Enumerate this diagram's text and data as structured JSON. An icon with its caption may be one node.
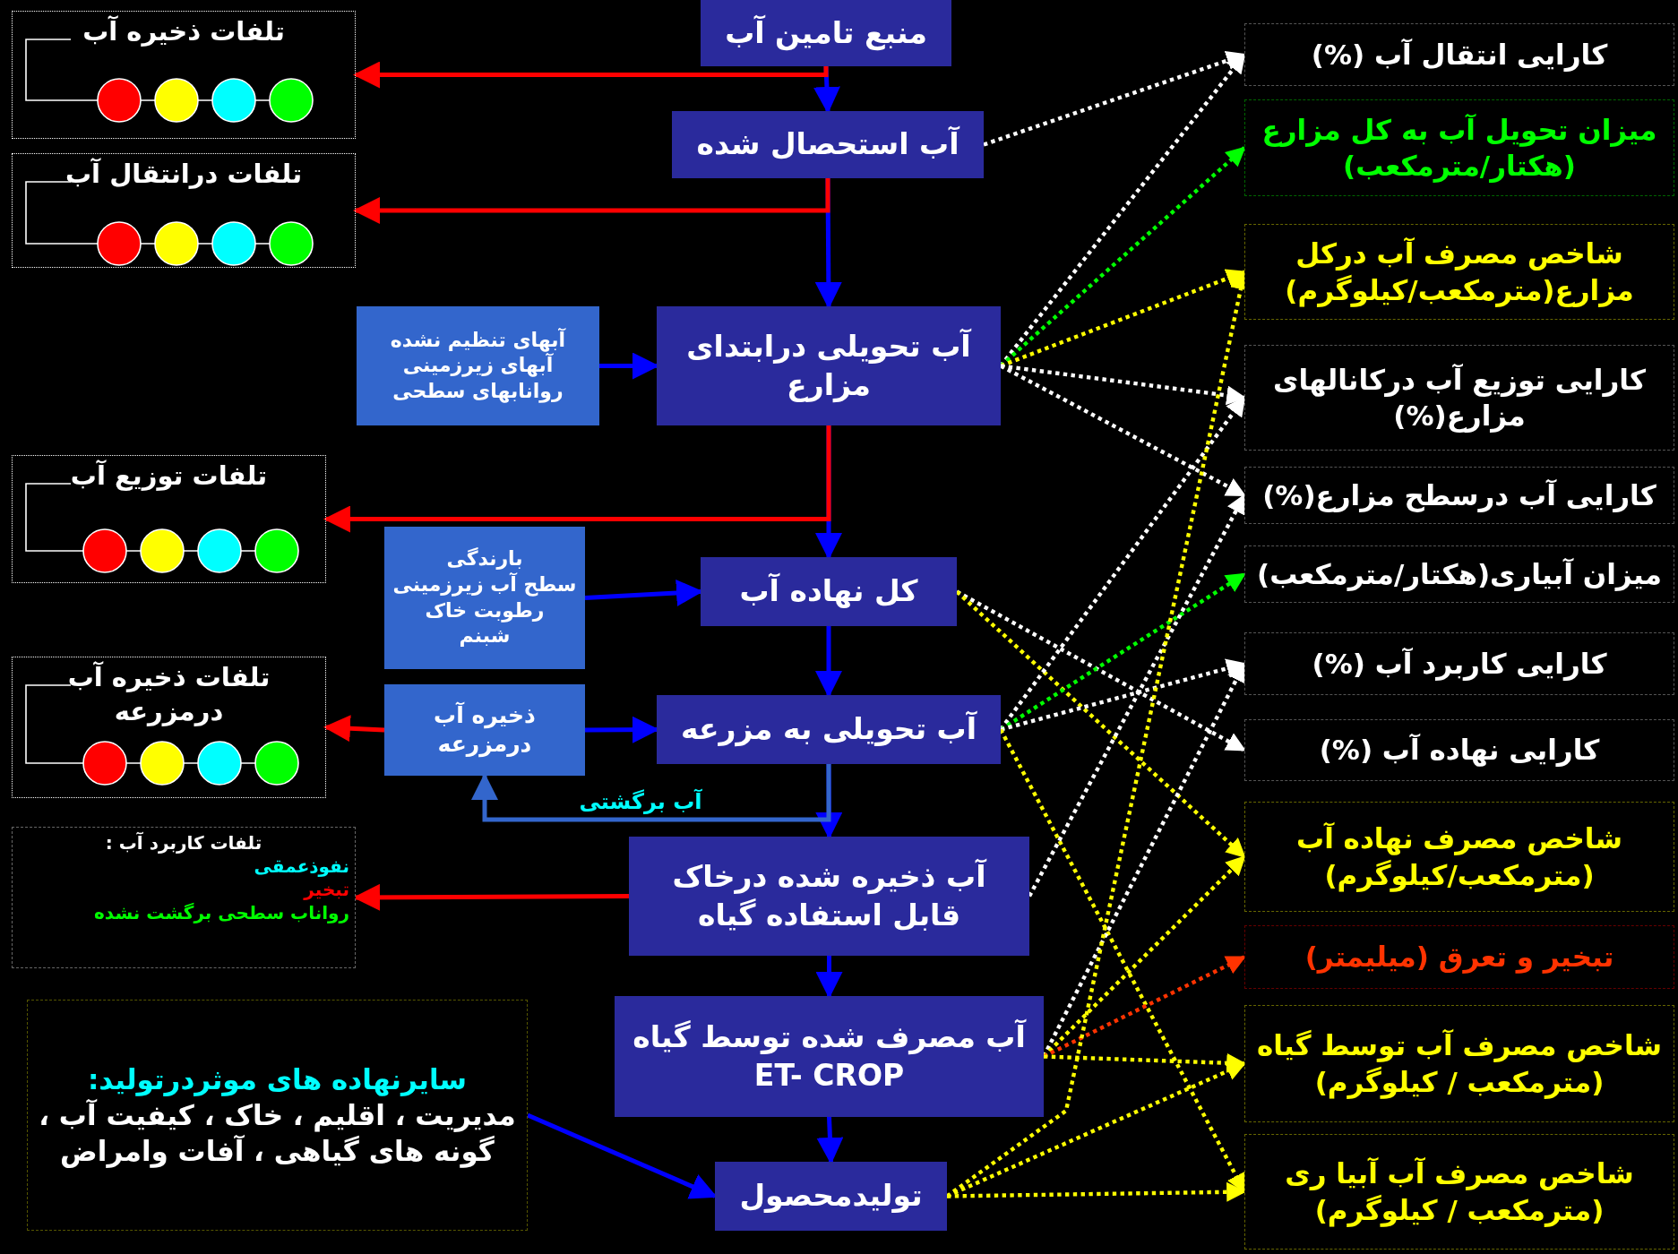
{
  "diagram": {
    "nodes": [
      {
        "text": [
          "منبع تامین آب"
        ]
      },
      {
        "text": [
          "آب استحصال شده"
        ]
      },
      {
        "text": [
          "آب تحویلی درابتدای مزارع"
        ]
      },
      {
        "text": [
          "کل نهاده آب"
        ]
      },
      {
        "text": [
          "آب تحویلی به مزرعه"
        ]
      },
      {
        "text": [
          "آب ذخیره شده درخاک قابل استفاده گیاه"
        ]
      },
      {
        "text": [
          "آب مصرف شده توسط گیاه",
          "ET- CROP"
        ]
      },
      {
        "text": [
          "تولیدمحصول"
        ]
      },
      {
        "text": [
          "تلفات ذخیره آب"
        ]
      },
      {
        "text": [
          "تلفات درانتقال آب"
        ]
      },
      {
        "text": [
          "تلفات توزیع آب"
        ]
      },
      {
        "text": [
          "تلفات ذخیره آب درمزرعه"
        ]
      },
      {
        "text": [
          "تلفات کاربرد آب :",
          "نفوذعمقی",
          "تبخیر",
          "رواناب سطحی برگشت نشده"
        ]
      },
      {
        "text": [
          "آبهای تنظیم نشده",
          "آبهای زیرزمینی",
          "روانابهای سطحی"
        ]
      },
      {
        "text": [
          "بارندگی",
          "سطح آب زیرزمینی",
          "رطوبت خاک",
          "شبنم"
        ]
      },
      {
        "text": [
          "ذخیره آب درمزرعه"
        ]
      },
      {
        "text": [
          "سایرنهاده های موثردرتولید:",
          "مدیریت ، اقلیم ، خاک ، کیفیت آب ، گونه های گیاهی ، آفات وامراض"
        ]
      },
      {
        "text": [
          "کارایی انتقال آب (%)"
        ]
      },
      {
        "text": [
          "میزان تحویل آب به کل مزارع (هکتار/مترمکعب)"
        ]
      },
      {
        "text": [
          "شاخص مصرف آب درکل مزارع(مترمکعب/کیلوگرم)"
        ]
      },
      {
        "text": [
          "کارایی توزیع آب درکانالهای مزارع(%)"
        ]
      },
      {
        "text": [
          "کارایی آب درسطح مزارع(%)"
        ]
      },
      {
        "text": [
          "میزان آبیاری(هکتار/مترمکعب)"
        ]
      },
      {
        "text": [
          "کارایی کاربرد آب (%)"
        ]
      },
      {
        "text": [
          "کارایی نهاده آب (%)"
        ]
      },
      {
        "text": [
          "شاخص مصرف نهاده آب (مترمکعب/کیلوگرم)"
        ]
      },
      {
        "text": [
          "تبخیر و تعرق (میلیمتر)"
        ]
      },
      {
        "text": [
          "شاخص مصرف آب توسط گیاه (مترمکعب / کیلوگرم)"
        ]
      },
      {
        "text": [
          "شاخص مصرف آب آبیا ری (مترمکعب / کیلوگرم)"
        ]
      }
    ],
    "edges": [
      {
        "from": 0,
        "to": 1,
        "arrow": "to"
      },
      {
        "from": 1,
        "to": 2,
        "arrow": "to"
      },
      {
        "from": 2,
        "to": 3,
        "arrow": "to"
      },
      {
        "from": 3,
        "to": 4,
        "arrow": "to"
      },
      {
        "from": 4,
        "to": 5,
        "arrow": "to"
      },
      {
        "from": 5,
        "to": 6,
        "arrow": "to"
      },
      {
        "from": 6,
        "to": 7,
        "arrow": "to"
      },
      {
        "from": 0,
        "to": 8,
        "arrow": "to",
        "color": "#ff0000"
      },
      {
        "from": 1,
        "to": 9,
        "arrow": "to",
        "color": "#ff0000"
      },
      {
        "from": 2,
        "to": 10,
        "arrow": "to",
        "color": "#ff0000"
      },
      {
        "from": 15,
        "to": 11,
        "arrow": "to",
        "color": "#ff0000"
      },
      {
        "from": 5,
        "to": 12,
        "arrow": "to",
        "color": "#ff0000"
      },
      {
        "from": 13,
        "to": 2,
        "arrow": "to"
      },
      {
        "from": 14,
        "to": 3,
        "arrow": "to"
      },
      {
        "from": 15,
        "to": 4,
        "arrow": "to"
      },
      {
        "from": 16,
        "to": 7,
        "arrow": "to"
      },
      {
        "from": 4,
        "to": 15,
        "arrow": "to",
        "label": "آب برگشتی",
        "color": "#3366cc"
      },
      {
        "from": 1,
        "to": 17,
        "arrow": "to",
        "style": "dashed",
        "color": "#ffffff"
      },
      {
        "from": 2,
        "to": 17,
        "arrow": "to",
        "style": "dashed",
        "color": "#ffffff"
      },
      {
        "from": 2,
        "to": 18,
        "arrow": "to",
        "style": "dashed",
        "color": "#00ff00"
      },
      {
        "from": 2,
        "to": 19,
        "arrow": "to",
        "style": "dashed",
        "color": "#ffff00"
      },
      {
        "from": 2,
        "to": 20,
        "arrow": "to",
        "style": "dashed",
        "color": "#ffffff"
      },
      {
        "from": 2,
        "to": 21,
        "arrow": "to",
        "style": "dashed",
        "color": "#ffffff"
      },
      {
        "from": 3,
        "to": 24,
        "arrow": "to",
        "style": "dashed",
        "color": "#ffffff"
      },
      {
        "from": 3,
        "to": 25,
        "arrow": "to",
        "style": "dashed",
        "color": "#ffff00"
      },
      {
        "from": 4,
        "to": 20,
        "arrow": "to",
        "style": "dashed",
        "color": "#ffffff"
      },
      {
        "from": 4,
        "to": 22,
        "arrow": "to",
        "style": "dashed",
        "color": "#00ff00"
      },
      {
        "from": 4,
        "to": 23,
        "arrow": "to",
        "style": "dashed",
        "color": "#ffffff"
      },
      {
        "from": 4,
        "to": 28,
        "arrow": "to",
        "style": "dashed",
        "color": "#ffff00"
      },
      {
        "from": 5,
        "to": 21,
        "arrow": "to",
        "style": "dashed",
        "color": "#ffffff"
      },
      {
        "from": 6,
        "to": 23,
        "arrow": "to",
        "style": "dashed",
        "color": "#ffffff"
      },
      {
        "from": 6,
        "to": 25,
        "arrow": "to",
        "style": "dashed",
        "color": "#ffff00"
      },
      {
        "from": 6,
        "to": 26,
        "arrow": "to",
        "style": "dashed",
        "color": "#ff3300"
      },
      {
        "from": 6,
        "to": 27,
        "arrow": "to",
        "style": "dashed",
        "color": "#ffff00"
      },
      {
        "from": 7,
        "to": 19,
        "arrow": "to",
        "style": "dashed",
        "color": "#ffff00"
      },
      {
        "from": 7,
        "to": 27,
        "arrow": "to",
        "style": "dashed",
        "color": "#ffff00"
      },
      {
        "from": 7,
        "to": 28,
        "arrow": "to",
        "style": "dashed",
        "color": "#ffff00"
      }
    ]
  }
}
